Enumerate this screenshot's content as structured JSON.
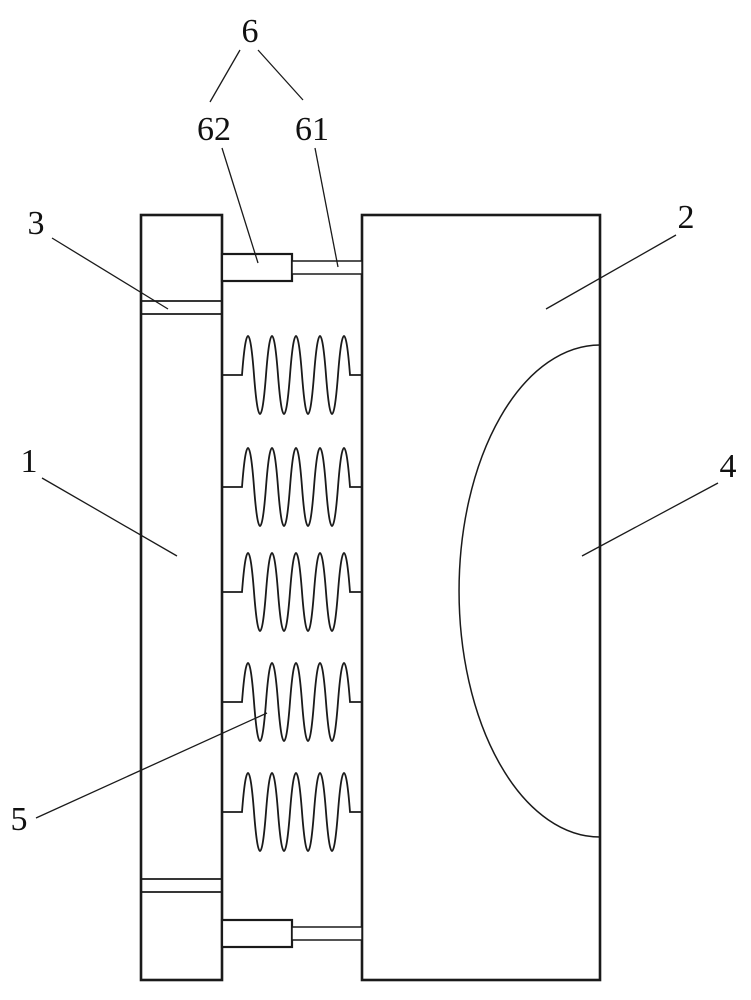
{
  "diagram": {
    "kind": "patent-figure-line-drawing",
    "description": "Side view of assembly: left plate (1) connected to right plate (2) by coil springs (5); guide pins (6) composed of block (62) and rod (61); seam (3) on left plate; concave arc surface (4) inside right plate."
  },
  "labels": {
    "n1": "1",
    "n2": "2",
    "n3": "3",
    "n4": "4",
    "n5": "5",
    "n6": "6",
    "n61": "61",
    "n62": "62"
  },
  "colors": {
    "line": "#1a1a1a",
    "background": "#ffffff"
  }
}
